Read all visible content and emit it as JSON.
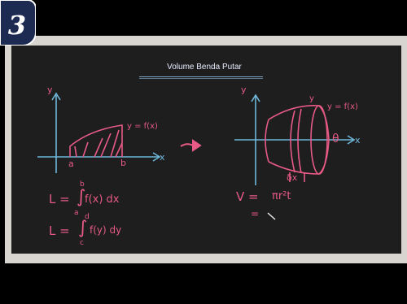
{
  "slide_number": "3",
  "title": "Volume Benda Putar",
  "left_graph": {
    "y_axis": "y",
    "x_axis": "x",
    "curve_label": "y = f(x)",
    "a_label": "a",
    "b_label": "b"
  },
  "right_graph": {
    "y_axis": "y",
    "x_axis": "x",
    "curve_label": "y = f(x)",
    "radius_label": "y",
    "dx_label": "δx",
    "center_mark": "θ"
  },
  "formula_1": {
    "lhs": "L =",
    "upper": "b",
    "lower": "a",
    "body": "f(x) dx"
  },
  "formula_2": {
    "lhs": "L =",
    "upper": "d",
    "lower": "c",
    "body": "f(y) dy"
  },
  "formula_3": {
    "lhs": "V =",
    "body": "πr²t"
  },
  "formula_4": {
    "lhs": "="
  },
  "colors": {
    "chalk_pink": "#e75a86",
    "chalk_blue": "#6fb7d9",
    "board": "#1e1e1e",
    "frame": "#d8d4cf"
  }
}
